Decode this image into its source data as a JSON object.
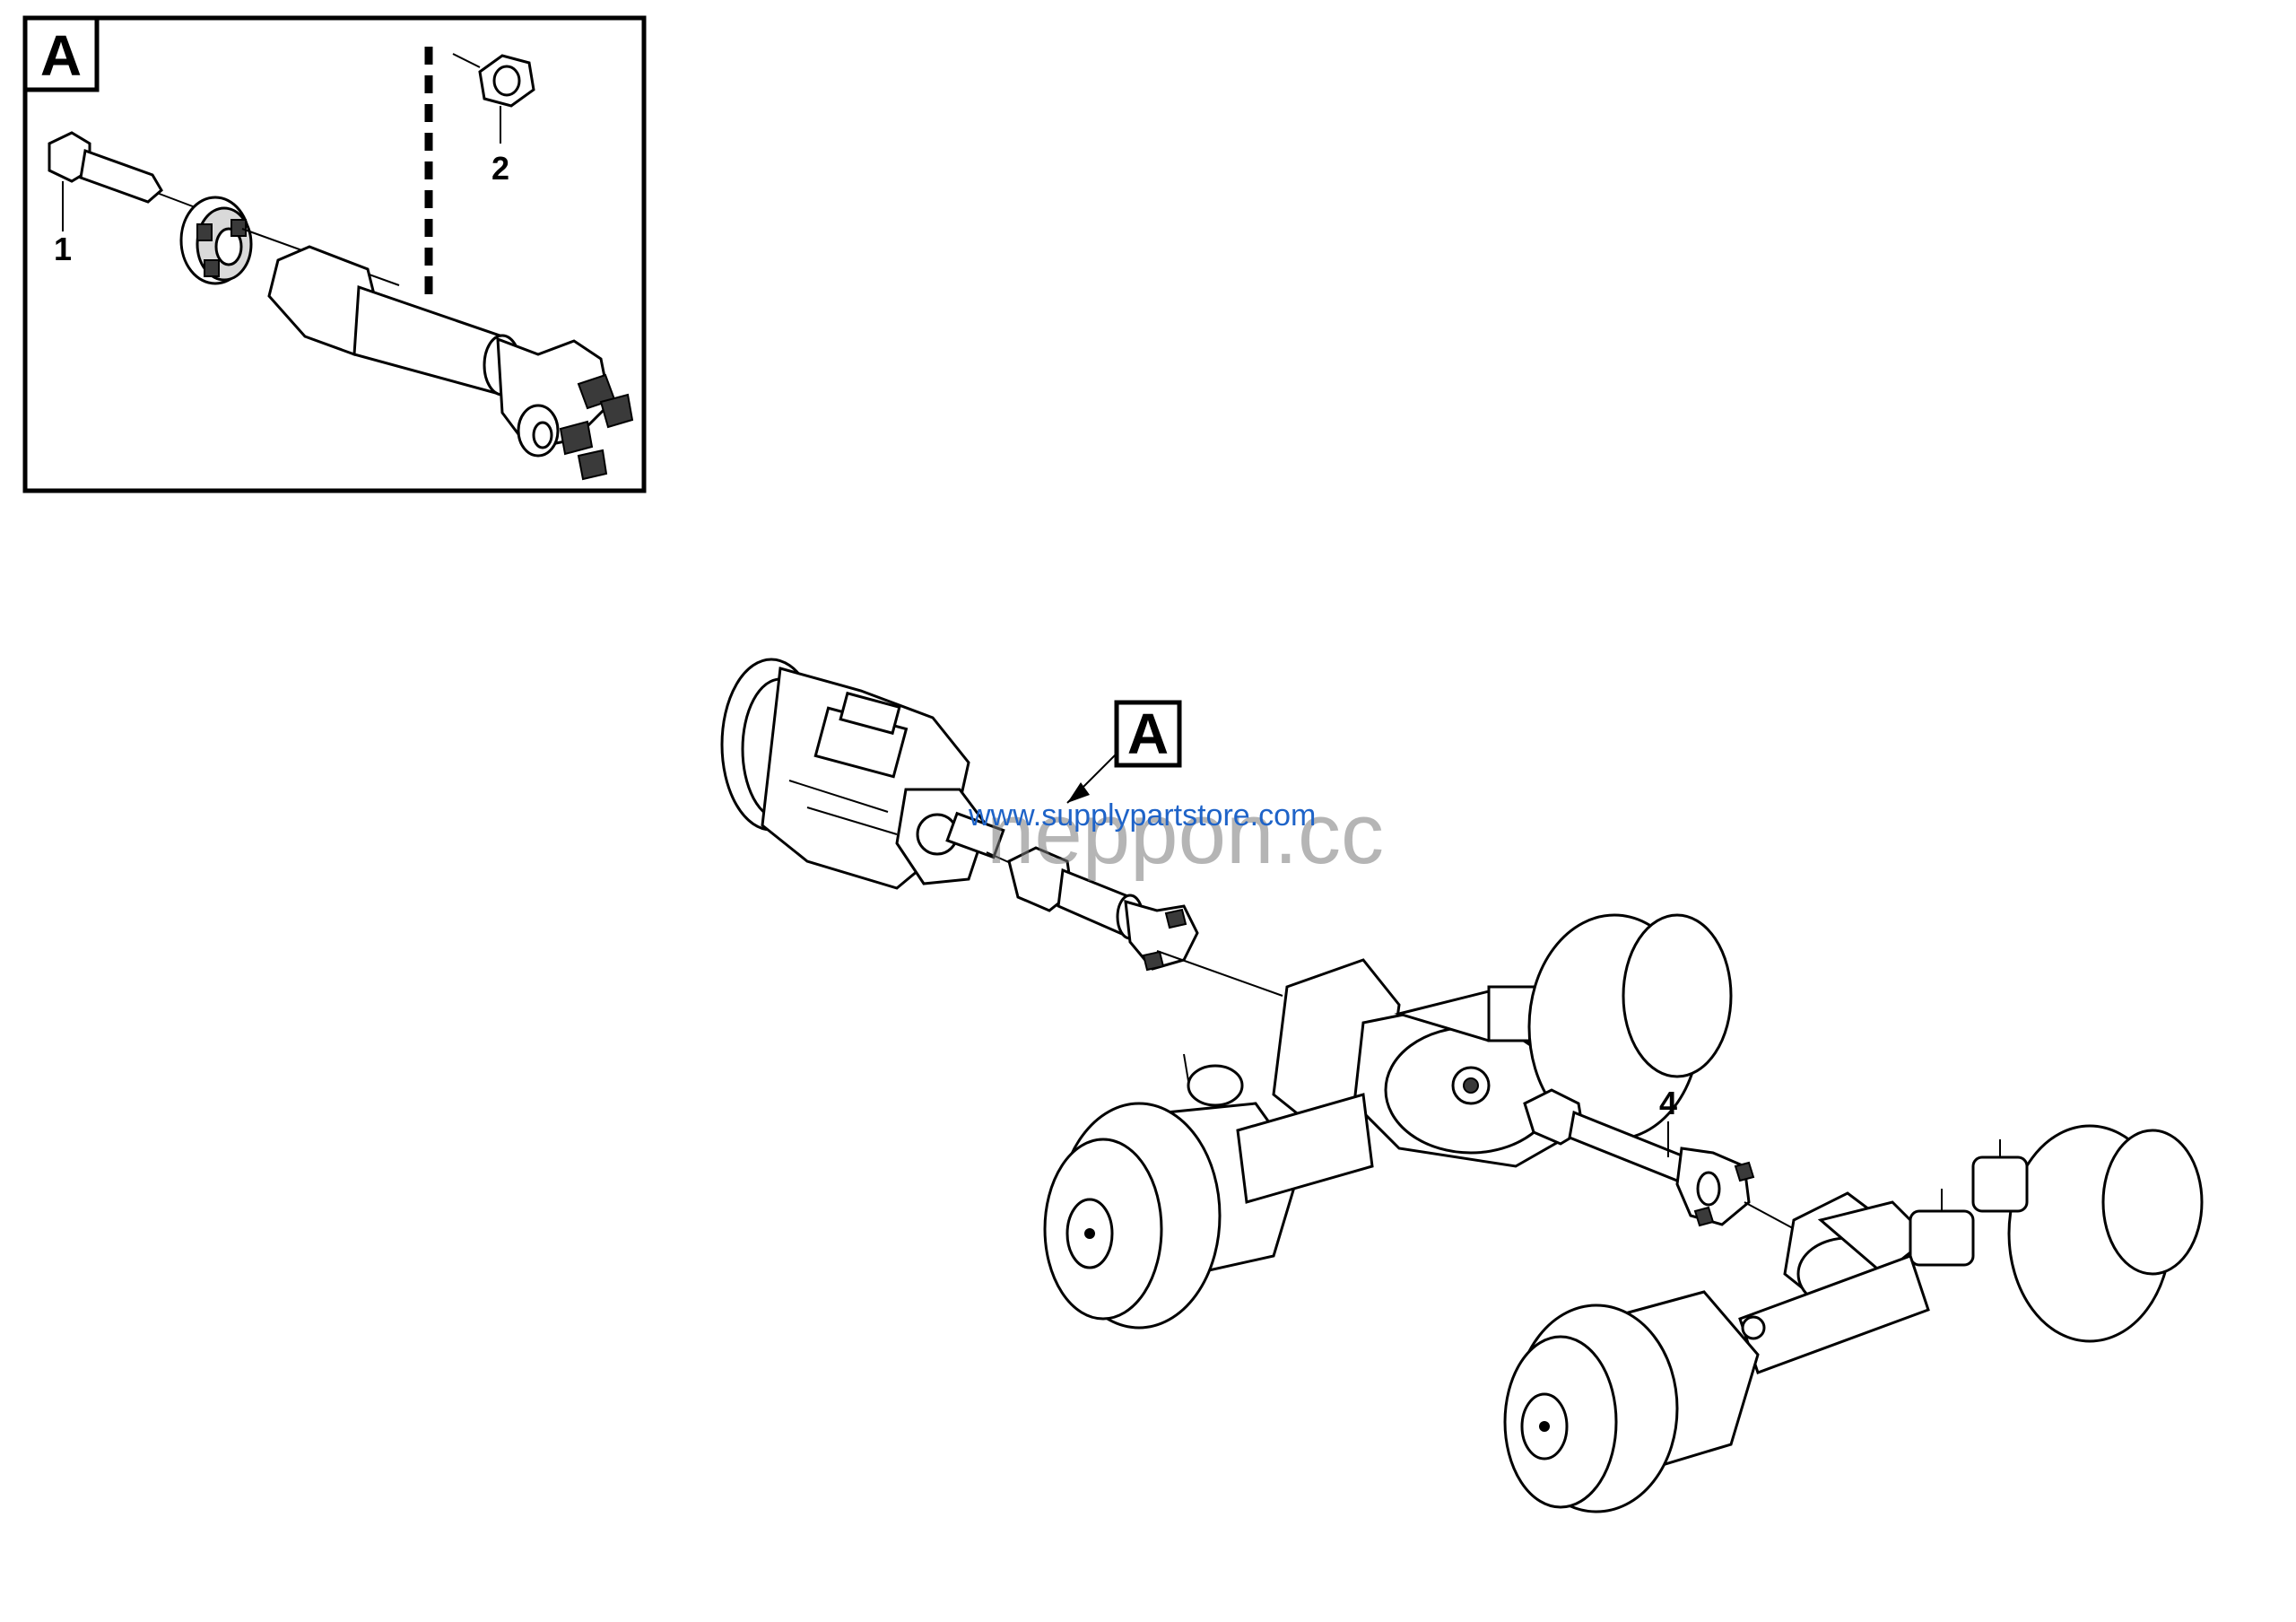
{
  "detail_view": {
    "label": "A",
    "callouts": [
      {
        "id": "1"
      },
      {
        "id": "2"
      }
    ]
  },
  "main_view": {
    "detail_reference_label": "A",
    "callouts": [
      {
        "id": "4"
      }
    ]
  },
  "watermarks": {
    "large": "neppon.cc",
    "small": "www.supplypartstore.com"
  }
}
